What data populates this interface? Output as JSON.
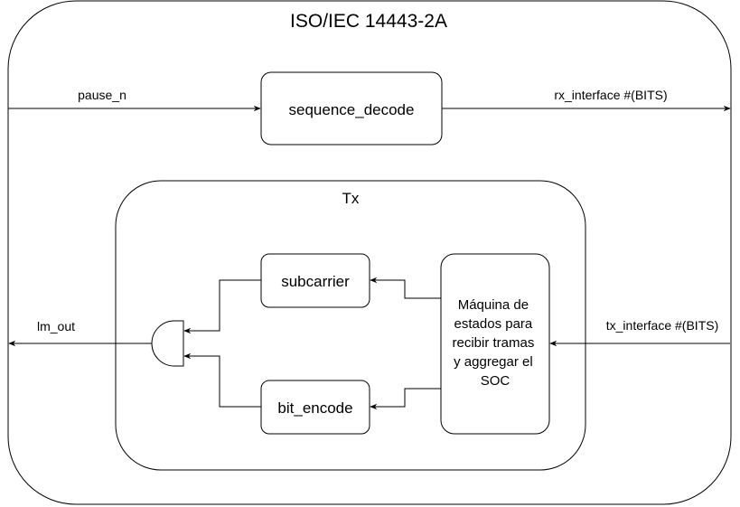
{
  "outer": {
    "title": "ISO/IEC 14443-2A"
  },
  "tx": {
    "title": "Tx"
  },
  "blocks": {
    "sequence_decode": "sequence_decode",
    "subcarrier": "subcarrier",
    "bit_encode": "bit_encode",
    "state_machine": [
      "Máquina de",
      "estados para",
      "recibir tramas",
      "y aggregar el",
      "SOC"
    ]
  },
  "signals": {
    "pause_n": "pause_n",
    "rx_interface": "rx_interface #(BITS)",
    "tx_interface": "tx_interface #(BITS)",
    "lm_out": "lm_out"
  },
  "colors": {
    "stroke": "#000000",
    "background": "#ffffff"
  }
}
